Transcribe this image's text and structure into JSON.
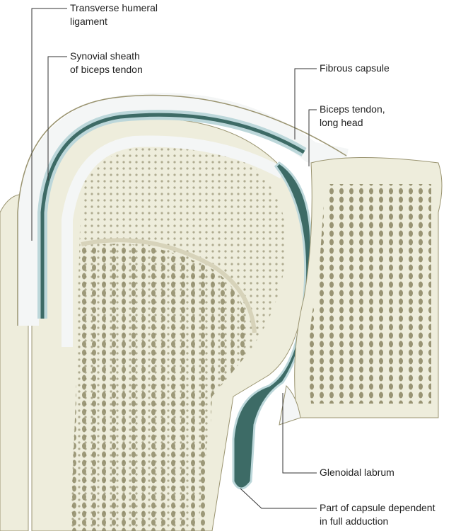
{
  "labels": {
    "transverse_humeral_ligament": [
      "Transverse humeral",
      "ligament"
    ],
    "synovial_sheath": [
      "Synovial sheath",
      "of biceps tendon"
    ],
    "fibrous_capsule": [
      "Fibrous capsule"
    ],
    "biceps_tendon": [
      "Biceps tendon,",
      "long head"
    ],
    "glenoidal_labrum": [
      "Glenoidal labrum"
    ],
    "dependent_capsule": [
      "Part of capsule dependent",
      "in full adduction"
    ]
  },
  "colors": {
    "bone": "#eeeddc",
    "bone_outline": "#9a9470",
    "synovium": "#3d6b66",
    "synovial_fluid": "#bcd7da",
    "capsule": "#f4f6f6",
    "leader": "#333333"
  }
}
